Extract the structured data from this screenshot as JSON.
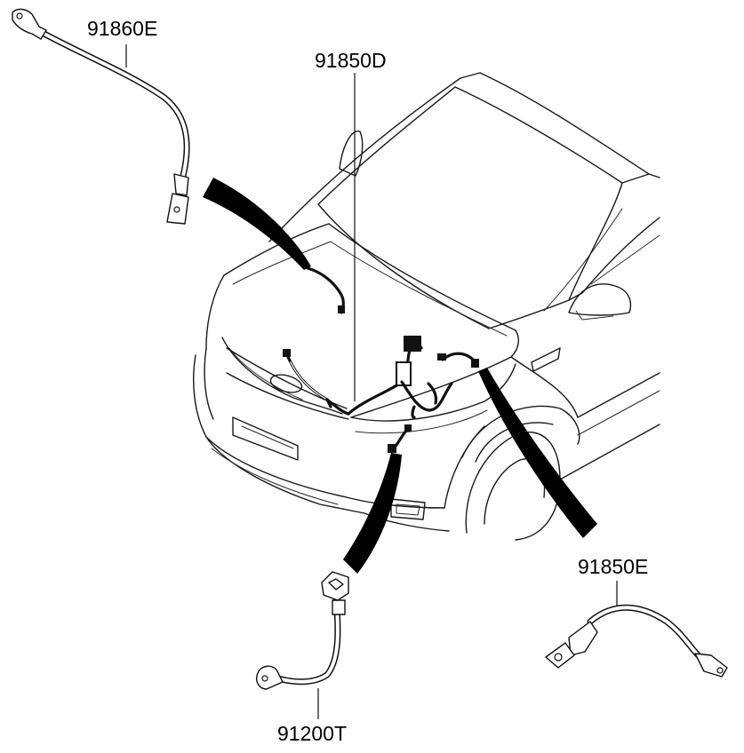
{
  "parts": [
    {
      "part_no": "91860E"
    },
    {
      "part_no": "91850D"
    },
    {
      "part_no": "91850E"
    },
    {
      "part_no": "91200T"
    }
  ]
}
